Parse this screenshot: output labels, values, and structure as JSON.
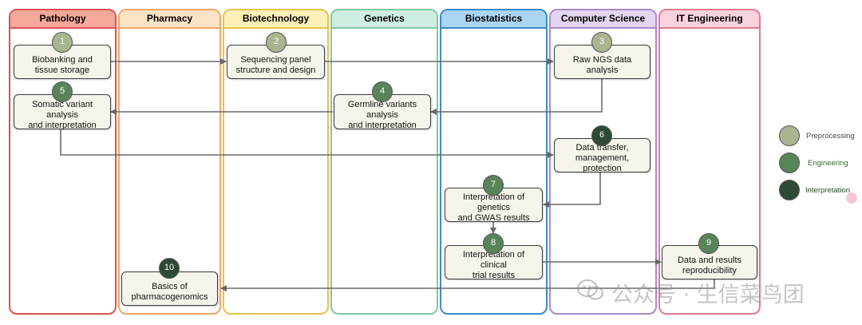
{
  "lanes": [
    {
      "label": "Pathology",
      "border": "#d9534f",
      "head": "#f6a89a"
    },
    {
      "label": "Pharmacy",
      "border": "#f0a868",
      "head": "#fde3c5"
    },
    {
      "label": "Biotechnology",
      "border": "#e6c34a",
      "head": "#fdf0b8"
    },
    {
      "label": "Genetics",
      "border": "#82c9a4",
      "head": "#cdeee0"
    },
    {
      "label": "Biostatistics",
      "border": "#3d8ac7",
      "head": "#a9d4f2"
    },
    {
      "label": "Computer Science",
      "border": "#a98bc8",
      "head": "#e3d5f0"
    },
    {
      "label": "IT Engineering",
      "border": "#e07a90",
      "head": "#fbd3dc"
    }
  ],
  "steps": [
    {
      "num": "1",
      "level": "pre",
      "line1": "Biobanking and",
      "line2": "tissue storage"
    },
    {
      "num": "2",
      "level": "pre",
      "line1": "Sequencing panel",
      "line2": "structure and design"
    },
    {
      "num": "3",
      "level": "pre",
      "line1": "Raw NGS data analysis",
      "line2": ""
    },
    {
      "num": "4",
      "level": "eng",
      "line1": "Germline variants analysis",
      "line2": "and interpretation"
    },
    {
      "num": "5",
      "level": "eng",
      "line1": "Somatic variant analysis",
      "line2": "and interpretation"
    },
    {
      "num": "6",
      "level": "int",
      "line1": "Data transfer,",
      "line2": "management, protection"
    },
    {
      "num": "7",
      "level": "eng",
      "line1": "Interpretation of genetics",
      "line2": "and GWAS results"
    },
    {
      "num": "8",
      "level": "eng",
      "line1": "Interpretation of clinical",
      "line2": "trial results"
    },
    {
      "num": "9",
      "level": "eng",
      "line1": "Data and results",
      "line2": "reproducibility"
    },
    {
      "num": "10",
      "level": "int",
      "line1": "Basics of",
      "line2": "pharmacogenomics"
    }
  ],
  "legend": [
    {
      "label": "Preprocessing",
      "color": "#a8b58f"
    },
    {
      "label": "Engineering",
      "color": "#58845a"
    },
    {
      "label": "Interpretation",
      "color": "#2e4a36"
    }
  ],
  "watermark": "公众号 · 生信菜鸟团"
}
